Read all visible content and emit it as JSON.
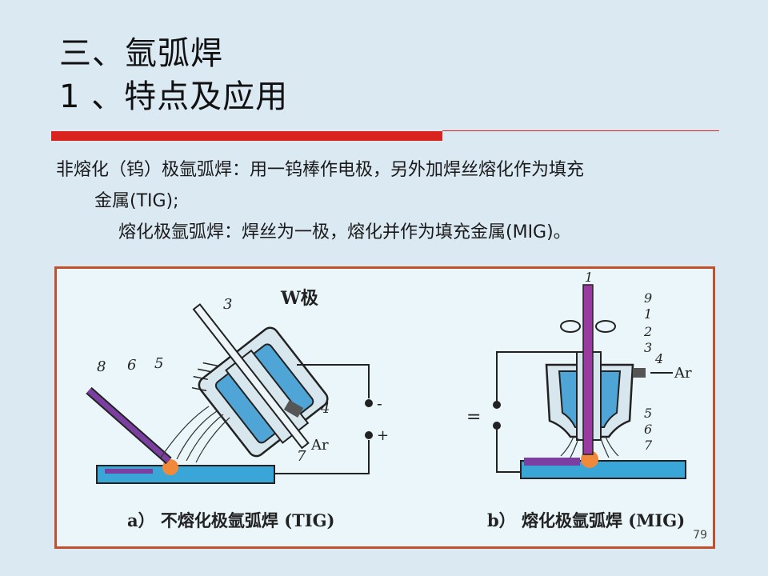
{
  "slide": {
    "title_line1": "三、氩弧焊",
    "title_line2": "1 、特点及应用",
    "paragraph_line1": "非熔化（钨）极氩弧焊：用一钨棒作电极，另外加焊丝熔化作为填充",
    "paragraph_line2": "金属(TIG);",
    "paragraph_line3": "熔化极氩弧焊：焊丝为一极，熔化并作为填充金属(MIG)。",
    "page_number": "79"
  },
  "figure": {
    "tig": {
      "electrode_label": "W极",
      "gas_label": "Ar",
      "minus_label": "-",
      "plus_label": "+",
      "numbers": [
        "8",
        "6",
        "5",
        "3",
        "4",
        "7"
      ],
      "caption": "a） 不熔化极氩弧焊 (TIG)"
    },
    "mig": {
      "gas_label": "Ar",
      "polarity_label": "=",
      "numbers": [
        "1",
        "9",
        "1",
        "2",
        "3",
        "4",
        "5",
        "6",
        "7"
      ],
      "caption": "b） 熔化极氩弧焊 (MIG)"
    }
  }
}
